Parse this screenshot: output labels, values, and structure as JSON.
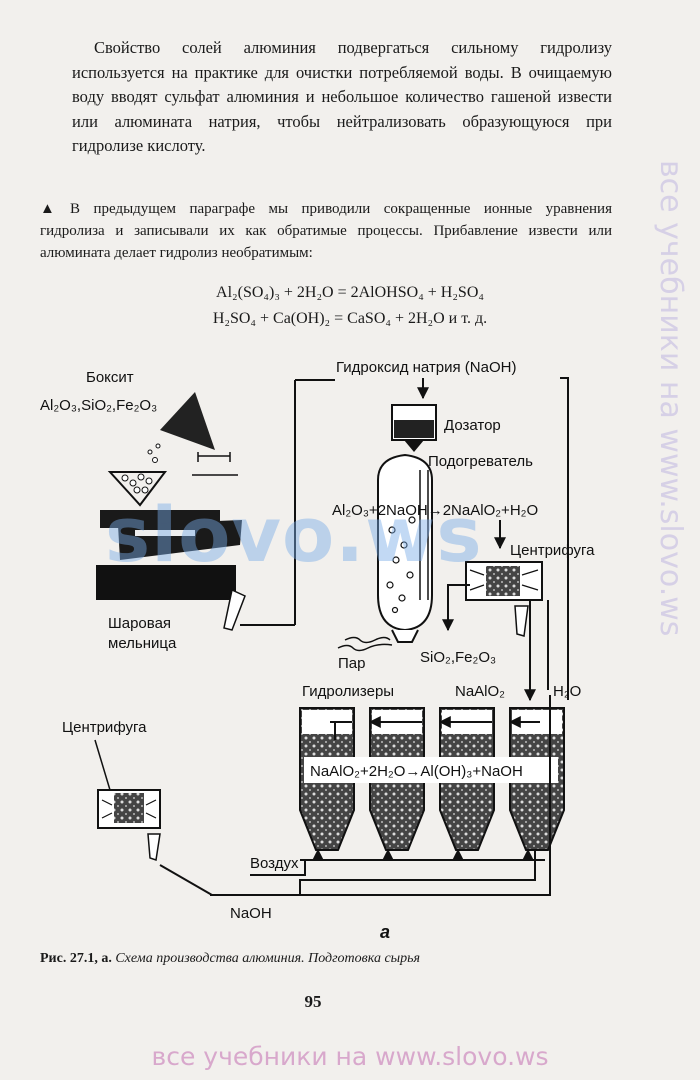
{
  "text": {
    "p1": "Свойство солей алюминия подвергаться сильному гидролизу используется на практике для очистки потребляемой воды. В очищаемую воду вводят сульфат алюминия и небольшое количество гашеной извести или алюмината натрия, чтобы нейтрализовать образующуюся при гидролизе кислоту.",
    "p2_marker": "▲",
    "p2": "В предыдущем параграфе мы приводили сокращенные ионные уравнения гидролиза и записывали их как обратимые процессы. Прибавление извести или алюмината делает гидролиз необратимым:",
    "eq1": "Al₂(SO₄)₃ + 2H₂O = 2AlOHSO₄ + H₂SO₄",
    "eq2": "H₂SO₄ + Ca(OH)₂ = CaSO₄ + 2H₂O и т. д."
  },
  "diagram": {
    "bauxite_label": "Боксит",
    "bauxite_formula": "Al₂O₃,SiO₂,Fe₂O₃",
    "naoh_input": "Гидроксид натрия  (NaOH)",
    "dispenser": "Дозатор",
    "heater": "Подогреватель",
    "reaction1": "Al₂O₃+2NaOH→2NaAlO₂+H₂O",
    "centrifuge_top": "Центрифуга",
    "ball_mill_1": "Шаровая",
    "ball_mill_2": "мельница",
    "steam": "Пар",
    "residue": "SiO₂,Fe₂O₃",
    "hydrolyzers": "Гидролизеры",
    "naalo2": "NaAlO₂",
    "water": "H₂O",
    "reaction2": "NaAlO₂+2H₂O→Al(OH)₃+NaOH",
    "centrifuge_left": "Центрифуга",
    "air": "Воздух",
    "naoh_return": "NaOH",
    "panel_letter": "а"
  },
  "caption": {
    "prefix": "Рис. 27.1, а.",
    "text": "Схема производства алюминия. Подготовка сырья"
  },
  "page_number": "95",
  "watermark": {
    "bottom": "все учебники на www.slovo.ws",
    "side": "все учебники на www.slovo.ws",
    "center": "slovo.ws"
  }
}
